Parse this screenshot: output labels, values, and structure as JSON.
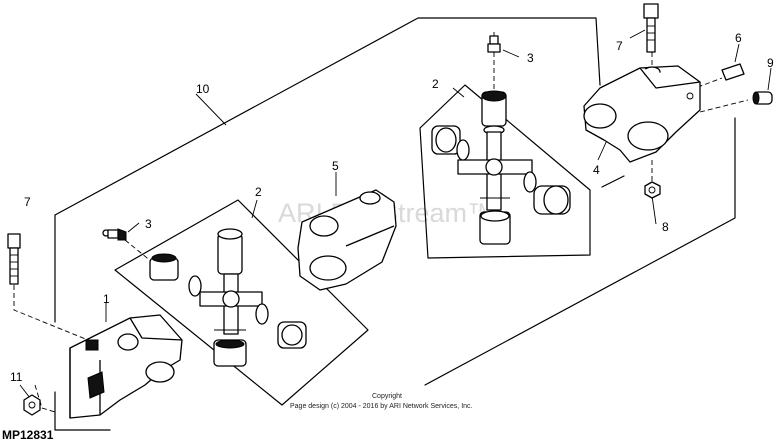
{
  "figure_id": "MP12831",
  "watermark": "ARI PartStream™",
  "copyright": {
    "line1": "Copyright",
    "line2": "Page design (c) 2004 - 2016 by ARI Network Services, Inc."
  },
  "callouts": {
    "c1": "1",
    "c2_left": "2",
    "c2_right": "2",
    "c3_left": "3",
    "c3_right": "3",
    "c4": "4",
    "c5": "5",
    "c6": "6",
    "c7_left": "7",
    "c7_right": "7",
    "c8": "8",
    "c9": "9",
    "c10": "10",
    "c11": "11"
  }
}
